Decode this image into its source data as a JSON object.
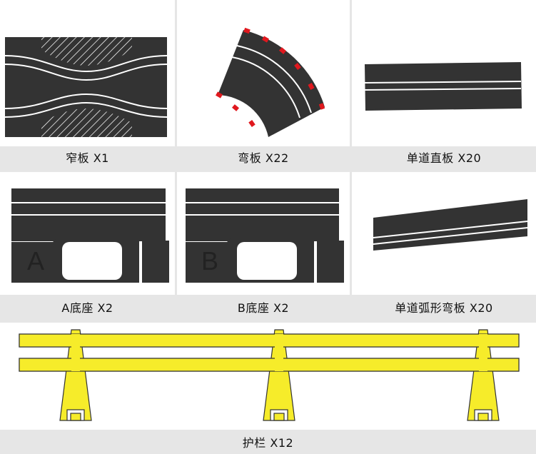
{
  "items": [
    {
      "id": "narrow",
      "caption": "窄板 X1"
    },
    {
      "id": "curve",
      "caption": "弯板 X22"
    },
    {
      "id": "straight",
      "caption": "单道直板 X20"
    },
    {
      "id": "base_a",
      "caption": "A底座 X2",
      "letter": "A"
    },
    {
      "id": "base_b",
      "caption": "B底座 X2",
      "letter": "B"
    },
    {
      "id": "arc",
      "caption": "单道弧形弯板 X20"
    },
    {
      "id": "guardrail",
      "caption": "护栏 X12"
    }
  ],
  "colors": {
    "track": "#333333",
    "lane_line": "#ffffff",
    "curb_red": "#e0181e",
    "guardrail_yellow": "#f6ec2a",
    "caption_band": "#e6e6e6"
  }
}
